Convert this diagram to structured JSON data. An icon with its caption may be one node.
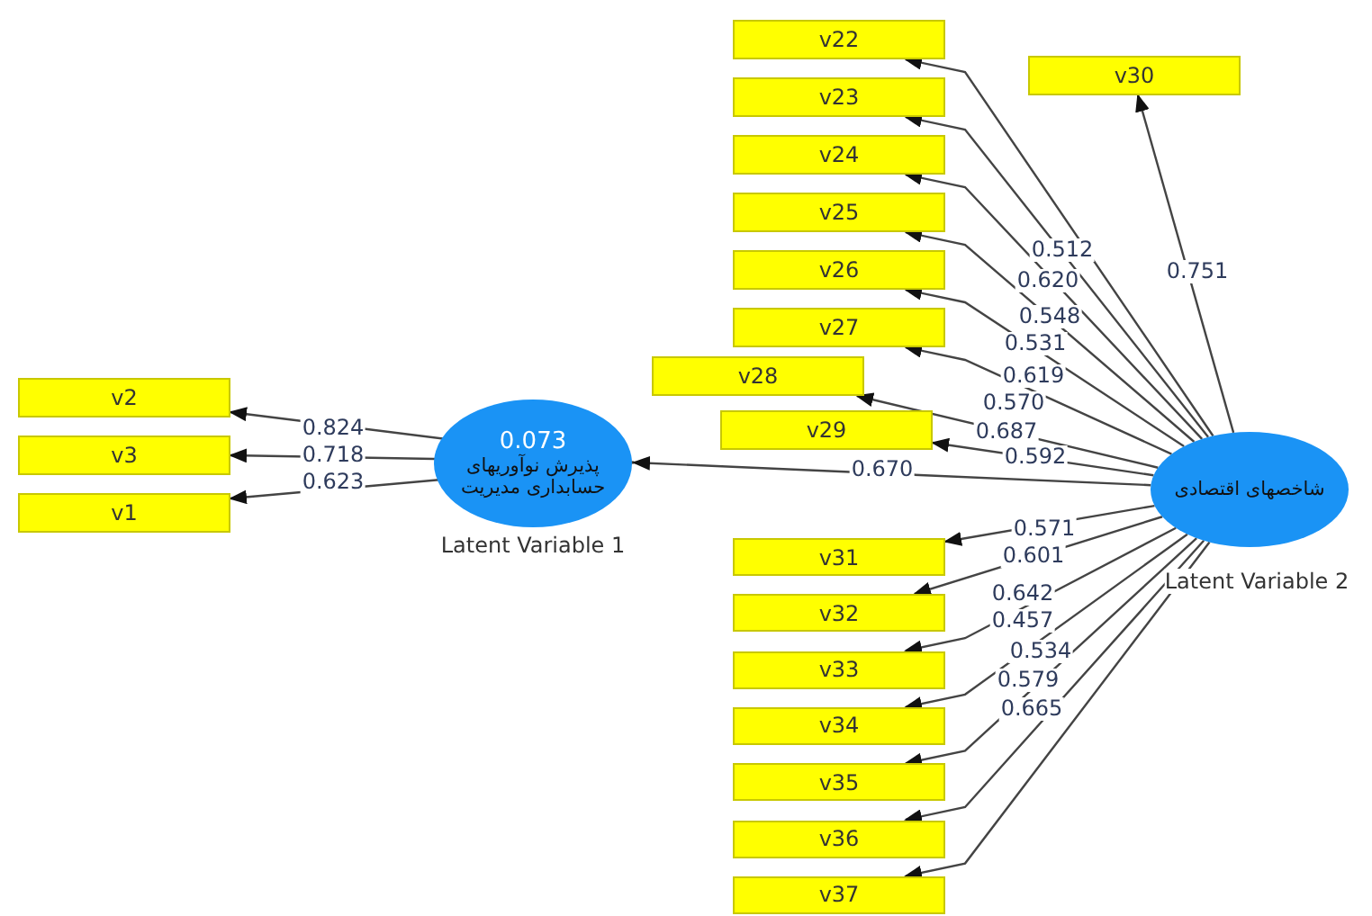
{
  "diagram": {
    "nodes": [
      {
        "text": [
          "v2"
        ]
      },
      {
        "text": [
          "v3"
        ]
      },
      {
        "text": [
          "v1"
        ]
      },
      {
        "text": [
          "0.073",
          "پذیرش نوآوریهای حسابداری مدیریت"
        ],
        "beside": [
          "Latent Variable 1"
        ]
      },
      {
        "text": [
          "v22"
        ]
      },
      {
        "text": [
          "v23"
        ]
      },
      {
        "text": [
          "v24"
        ]
      },
      {
        "text": [
          "v25"
        ]
      },
      {
        "text": [
          "v26"
        ]
      },
      {
        "text": [
          "v27"
        ]
      },
      {
        "text": [
          "v28"
        ]
      },
      {
        "text": [
          "v29"
        ]
      },
      {
        "text": [
          "v30"
        ]
      },
      {
        "text": [
          "شاخصهای اقتصادی"
        ],
        "beside": [
          "Latent Variable 2"
        ]
      },
      {
        "text": [
          "v31"
        ]
      },
      {
        "text": [
          "v32"
        ]
      },
      {
        "text": [
          "v33"
        ]
      },
      {
        "text": [
          "v34"
        ]
      },
      {
        "text": [
          "v35"
        ]
      },
      {
        "text": [
          "v36"
        ]
      },
      {
        "text": [
          "v37"
        ]
      }
    ],
    "edges": [
      {
        "from": 3,
        "to": 0,
        "arrow": "to",
        "label": "0.824"
      },
      {
        "from": 3,
        "to": 1,
        "arrow": "to",
        "label": "0.718"
      },
      {
        "from": 3,
        "to": 2,
        "arrow": "to",
        "label": "0.623"
      },
      {
        "from": 13,
        "to": 4,
        "arrow": "to",
        "label": "0.512"
      },
      {
        "from": 13,
        "to": 5,
        "arrow": "to",
        "label": "0.620"
      },
      {
        "from": 13,
        "to": 6,
        "arrow": "to",
        "label": "0.548"
      },
      {
        "from": 13,
        "to": 7,
        "arrow": "to",
        "label": "0.531"
      },
      {
        "from": 13,
        "to": 8,
        "arrow": "to",
        "label": "0.619"
      },
      {
        "from": 13,
        "to": 9,
        "arrow": "to",
        "label": "0.570"
      },
      {
        "from": 13,
        "to": 10,
        "arrow": "to",
        "label": "0.687"
      },
      {
        "from": 13,
        "to": 11,
        "arrow": "to",
        "label": "0.592"
      },
      {
        "from": 13,
        "to": 12,
        "arrow": "to",
        "label": "0.751"
      },
      {
        "from": 13,
        "to": 3,
        "arrow": "to",
        "label": "0.670"
      },
      {
        "from": 13,
        "to": 14,
        "arrow": "to",
        "label": "0.571"
      },
      {
        "from": 13,
        "to": 15,
        "arrow": "to",
        "label": "0.601"
      },
      {
        "from": 13,
        "to": 16,
        "arrow": "to",
        "label": "0.642"
      },
      {
        "from": 13,
        "to": 17,
        "arrow": "to",
        "label": "0.457"
      },
      {
        "from": 13,
        "to": 18,
        "arrow": "to",
        "label": "0.534"
      },
      {
        "from": 13,
        "to": 19,
        "arrow": "to",
        "label": "0.579"
      },
      {
        "from": 13,
        "to": 20,
        "arrow": "to",
        "label": "0.665"
      }
    ]
  }
}
